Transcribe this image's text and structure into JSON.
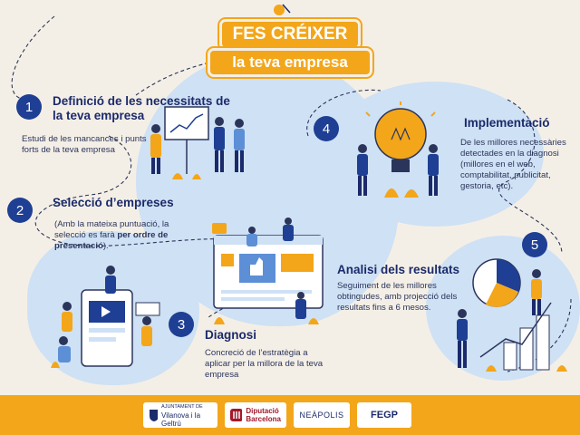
{
  "title": {
    "line1": "FES CRÉIXER",
    "line2": "la teva empresa"
  },
  "steps": [
    {
      "num": "1",
      "heading": "Definició de les necessitats de la teva empresa",
      "text": "Estudi de les mancances i punts forts de la teva empresa"
    },
    {
      "num": "2",
      "heading": "Selecció d’empreses",
      "text_pre": "(Amb la mateixa puntuació, la selecció es farà ",
      "text_bold": "per ordre de presentació",
      "text_post": ")."
    },
    {
      "num": "3",
      "heading": "Diagnosi",
      "text": "Concreció de l’estratègia a aplicar per la millora de la teva empresa"
    },
    {
      "num": "4",
      "heading": "Implementació",
      "text": "De les millores necessàries detectades en la diagnosi (millores en el web, comptabilitat, publicitat, gestoria, etc)."
    },
    {
      "num": "5",
      "heading": "Analisi dels resultats",
      "text": "Seguiment de les millores obtingudes, amb projecció dels resultats fins a 6 mesos."
    }
  ],
  "footer": {
    "logos": [
      {
        "name": "Ajuntament de Vilanova i la Geltrú",
        "line1": "AJUNTAMENT DE",
        "line2": "Vilanova i la Geltrú"
      },
      {
        "name": "Diputació Barcelona",
        "line1": "Diputació",
        "line2": "Barcelona"
      },
      {
        "name": "NEÀPOLIS",
        "line1": "NEÀPOLIS",
        "line2": ""
      },
      {
        "name": "FEGP",
        "line1": "FEGP",
        "line2": ""
      }
    ]
  },
  "colors": {
    "accent": "#f3a61a",
    "navy": "#1e3f93",
    "text": "#1b2a6b",
    "blob": "#cfe1f4",
    "background": "#f4efe6"
  }
}
